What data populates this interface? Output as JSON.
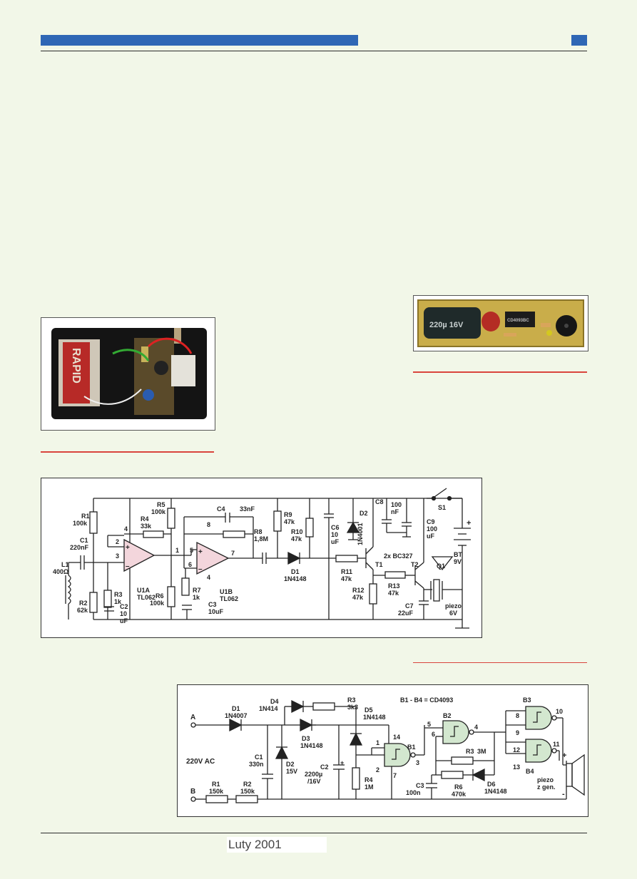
{
  "footer": {
    "date": "Luty 2001"
  },
  "circuit1": {
    "labels": {
      "r1": "R1",
      "r1v": "100k",
      "r2": "R2",
      "r2v": "62k",
      "r3": "R3",
      "r3v": "1k",
      "r4": "R4",
      "r4v": "33k",
      "r5": "R5",
      "r5v": "100k",
      "r6": "R6",
      "r6v": "100k",
      "r7": "R7",
      "r7v": "1k",
      "r8": "R8",
      "r8v": "1,8M",
      "r9": "R9",
      "r9v": "47k",
      "r10": "R10",
      "r10v": "47k",
      "r11": "R11",
      "r11v": "47k",
      "r12": "R12",
      "r12v": "47k",
      "r13": "R13",
      "r13v": "47k",
      "c1": "C1",
      "c1v": "220nF",
      "c2": "C2",
      "c2v1": "10",
      "c2v2": "uF",
      "c3": "C3",
      "c3v": "10uF",
      "c4": "C4",
      "c4v": "33nF",
      "c6": "C6",
      "c6v1": "10",
      "c6v2": "uF",
      "c7": "C7",
      "c7v": "22uF",
      "c8": "C8",
      "c8v1": "100",
      "c8v2": "nF",
      "c9": "C9",
      "c9v1": "100",
      "c9v2": "uF",
      "l1": "L1",
      "l1v": "400Ω",
      "d1": "D1",
      "d1v": "1N4148",
      "d2": "D2",
      "d2v": "1N4001",
      "u1a": "U1A",
      "u1b": "U1B",
      "tl": "TL062",
      "t1": "T1",
      "t2": "T2",
      "tv": "2x BC327",
      "q1": "Q1",
      "piezo": "piezo",
      "piezov": "6V",
      "s1": "S1",
      "bt": "BT",
      "btv": "9V",
      "p1": "1",
      "p2": "2",
      "p3": "3",
      "p4": "4",
      "p5": "5",
      "p6": "6",
      "p7": "7",
      "p8": "8"
    }
  },
  "circuit2": {
    "labels": {
      "title": "B1 - B4 = CD4093",
      "a": "A",
      "b": "B",
      "ac": "220V AC",
      "d1": "D1",
      "d1v": "1N4007",
      "d2": "D2",
      "d2v": "15V",
      "d3": "D3",
      "d3v": "1N4148",
      "d4": "D4",
      "d4v": "1N414",
      "d5": "D5",
      "d5v": "1N4148",
      "d6": "D6",
      "d6v": "1N4148",
      "r1": "R1",
      "r1v": "150k",
      "r2": "R2",
      "r2v": "150k",
      "r3": "R3",
      "r3v": "3k3",
      "r3b": "R3",
      "r3bv": "3M",
      "r4": "R4",
      "r4v": "1M",
      "r6": "R6",
      "r6v": "470k",
      "c1": "C1",
      "c1v": "330n",
      "c2": "C2",
      "c2v1": "2200µ",
      "c2v2": "/16V",
      "c3": "C3",
      "c3v": "100n",
      "b1": "B1",
      "b2": "B2",
      "b3": "B3",
      "b4": "B4",
      "piezo1": "piezo",
      "piezo2": "z gen.",
      "n1": "1",
      "n2": "2",
      "n3": "3",
      "n4": "4",
      "n5": "5",
      "n6": "6",
      "n7": "7",
      "n8": "8",
      "n9": "9",
      "n10": "10",
      "n11": "11",
      "n12": "12",
      "n13": "13",
      "n14": "14"
    }
  },
  "photo1": {
    "battery_text": "RAPID"
  },
  "photo2": {
    "cap_text": "220µ 16V",
    "ic_text": "CD4093BC"
  }
}
